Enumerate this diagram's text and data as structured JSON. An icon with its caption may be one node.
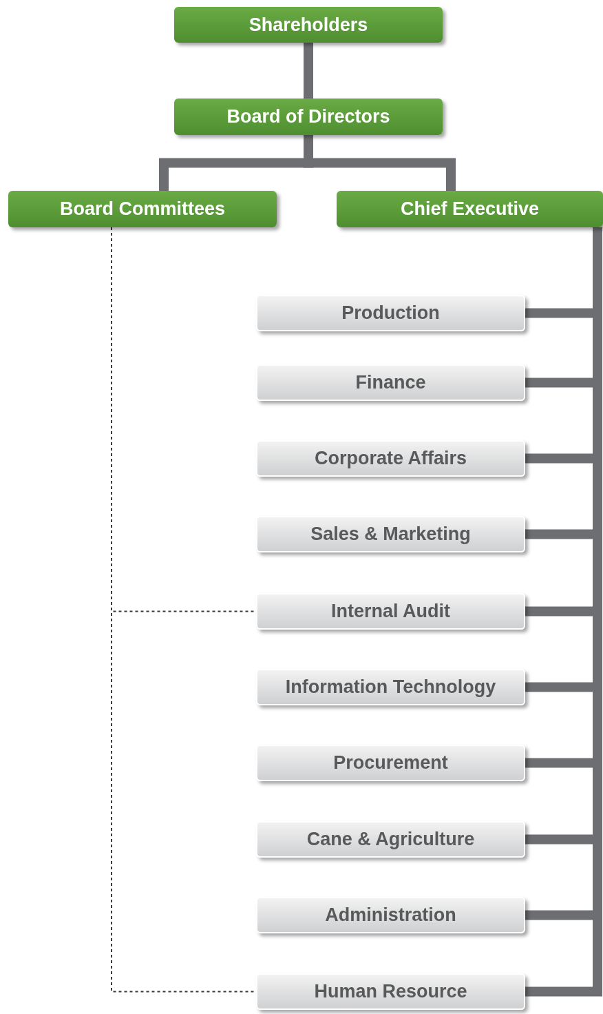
{
  "diagram": {
    "nodes": [
      {
        "text": [
          "Shareholders"
        ]
      },
      {
        "text": [
          "Board of Directors"
        ]
      },
      {
        "text": [
          "Board Committees"
        ]
      },
      {
        "text": [
          "Chief Executive"
        ]
      },
      {
        "text": [
          "Production"
        ]
      },
      {
        "text": [
          "Finance"
        ]
      },
      {
        "text": [
          "Corporate Affairs"
        ]
      },
      {
        "text": [
          "Sales & Marketing"
        ]
      },
      {
        "text": [
          "Internal Audit"
        ]
      },
      {
        "text": [
          "Information Technology"
        ]
      },
      {
        "text": [
          "Procurement"
        ]
      },
      {
        "text": [
          "Cane & Agriculture"
        ]
      },
      {
        "text": [
          "Administration"
        ]
      },
      {
        "text": [
          "Human Resource"
        ]
      }
    ],
    "edges": [
      {
        "from": 0,
        "to": 1,
        "arrow": "none"
      },
      {
        "from": 1,
        "to": 2,
        "arrow": "none"
      },
      {
        "from": 1,
        "to": 3,
        "arrow": "none"
      },
      {
        "from": 3,
        "to": 4,
        "arrow": "none"
      },
      {
        "from": 3,
        "to": 5,
        "arrow": "none"
      },
      {
        "from": 3,
        "to": 6,
        "arrow": "none"
      },
      {
        "from": 3,
        "to": 7,
        "arrow": "none"
      },
      {
        "from": 3,
        "to": 8,
        "arrow": "none"
      },
      {
        "from": 3,
        "to": 9,
        "arrow": "none"
      },
      {
        "from": 3,
        "to": 10,
        "arrow": "none"
      },
      {
        "from": 3,
        "to": 11,
        "arrow": "none"
      },
      {
        "from": 3,
        "to": 12,
        "arrow": "none"
      },
      {
        "from": 3,
        "to": 13,
        "arrow": "none"
      },
      {
        "from": 2,
        "to": 8,
        "arrow": "none",
        "style": "dashed"
      },
      {
        "from": 2,
        "to": 13,
        "arrow": "none",
        "style": "dashed"
      }
    ]
  }
}
